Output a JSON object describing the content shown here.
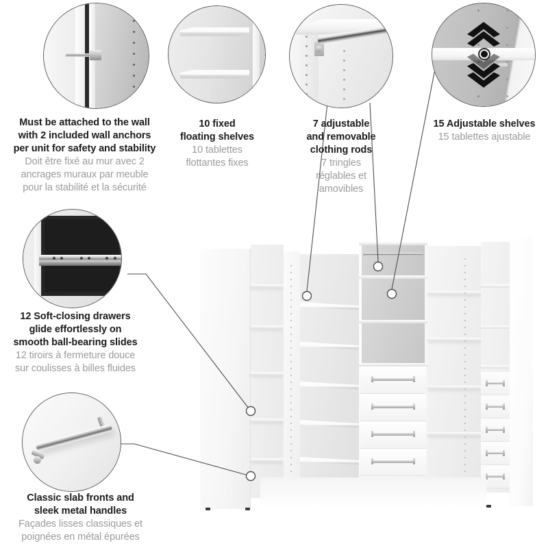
{
  "meta": {
    "kind": "product-feature-infographic",
    "product": "Corner walk-in closet organizer system",
    "text_color_en": "#1b1b1b",
    "text_color_fr": "#9b9b9b",
    "line_color": "#4d4d4d",
    "background": "#ffffff"
  },
  "callouts": [
    {
      "id": "wall-anchors",
      "icon": "wall-anchor-screw-icon",
      "en": [
        "Must be attached to the wall",
        "with 2 included wall anchors",
        "per unit for safety and stability"
      ],
      "fr": [
        "Doit être fixé au mur avec 2",
        "ancrages muraux par meuble",
        "pour la stabilité et la sécurité"
      ]
    },
    {
      "id": "floating-shelves",
      "icon": "floating-shelf-icon",
      "en": [
        "10 fixed",
        "floating shelves"
      ],
      "fr": [
        "10 tablettes",
        "flottantes fixes"
      ]
    },
    {
      "id": "clothing-rods",
      "icon": "clothing-rod-icon",
      "en": [
        "7 adjustable",
        "and removable",
        "clothing rods"
      ],
      "fr": [
        "7 tringles",
        "réglables et",
        "amovibles"
      ]
    },
    {
      "id": "adjustable-shelves",
      "icon": "adjustable-shelf-chevron-icon",
      "en": [
        "15 Adjustable shelves"
      ],
      "fr": [
        "15 tablettes ajustable"
      ]
    },
    {
      "id": "soft-closing-drawers",
      "icon": "ball-bearing-slide-icon",
      "en": [
        "12 Soft-closing drawers",
        "glide effortlessly on",
        "smooth ball-bearing slides"
      ],
      "fr": [
        "12 tiroirs à fermeture douce",
        "sur coulisses à billes fluides"
      ]
    },
    {
      "id": "slab-fronts-handles",
      "icon": "metal-bar-handle-icon",
      "en": [
        "Classic slab fronts and",
        "sleek metal handles"
      ],
      "fr": [
        "Façades lisses classiques et",
        "poignées en métal épurées"
      ]
    }
  ]
}
